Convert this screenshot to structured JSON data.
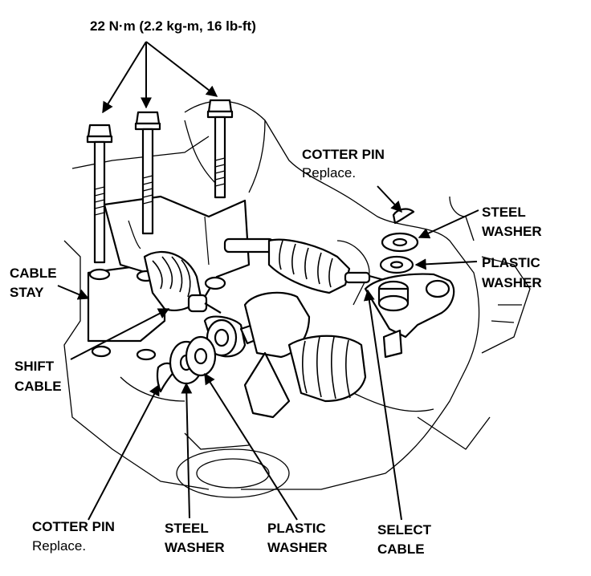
{
  "torque_spec": "22 N·m (2.2 kg-m, 16 lb-ft)",
  "labels": {
    "cotter_pin_top": {
      "line1": "COTTER PIN",
      "line2": "Replace."
    },
    "steel_washer_top": {
      "line1": "STEEL",
      "line2": "WASHER"
    },
    "plastic_washer_top": {
      "line1": "PLASTIC",
      "line2": "WASHER"
    },
    "cable_stay": {
      "line1": "CABLE",
      "line2": "STAY"
    },
    "shift_cable": {
      "line1": "SHIFT",
      "line2": "CABLE"
    },
    "cotter_pin_bottom": {
      "line1": "COTTER PIN",
      "line2": "Replace."
    },
    "steel_washer_bottom": {
      "line1": "STEEL",
      "line2": "WASHER"
    },
    "plastic_washer_bottom": {
      "line1": "PLASTIC",
      "line2": "WASHER"
    },
    "select_cable": {
      "line1": "SELECT",
      "line2": "CABLE"
    }
  },
  "colors": {
    "ink": "#000000",
    "paper": "#ffffff"
  }
}
